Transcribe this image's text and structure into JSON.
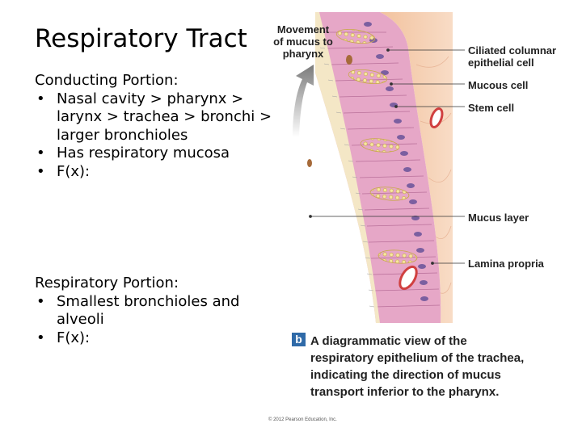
{
  "slide": {
    "title": "Respiratory Tract",
    "conducting": {
      "heading": "Conducting Portion:",
      "bullets": [
        "Nasal cavity > pharynx > larynx > trachea > bronchi > larger bronchioles",
        "Has respiratory mucosa",
        "F(x):"
      ]
    },
    "respiratory": {
      "heading": "Respiratory Portion:",
      "bullets": [
        "Smallest bronchioles and alveoli",
        "F(x):"
      ]
    }
  },
  "figure": {
    "movement_label": "Movement of mucus to pharynx",
    "labels": {
      "ciliated": "Ciliated columnar epithelial cell",
      "mucous": "Mucous cell",
      "stem": "Stem cell",
      "mucus_layer": "Mucus layer",
      "lamina": "Lamina propria"
    },
    "badge": "b",
    "caption": "A diagrammatic view of the respiratory epithelium of the trachea, indicating the direction of mucus transport inferior to the pharynx.",
    "copyright": "© 2012 Pearson Education, Inc."
  }
}
